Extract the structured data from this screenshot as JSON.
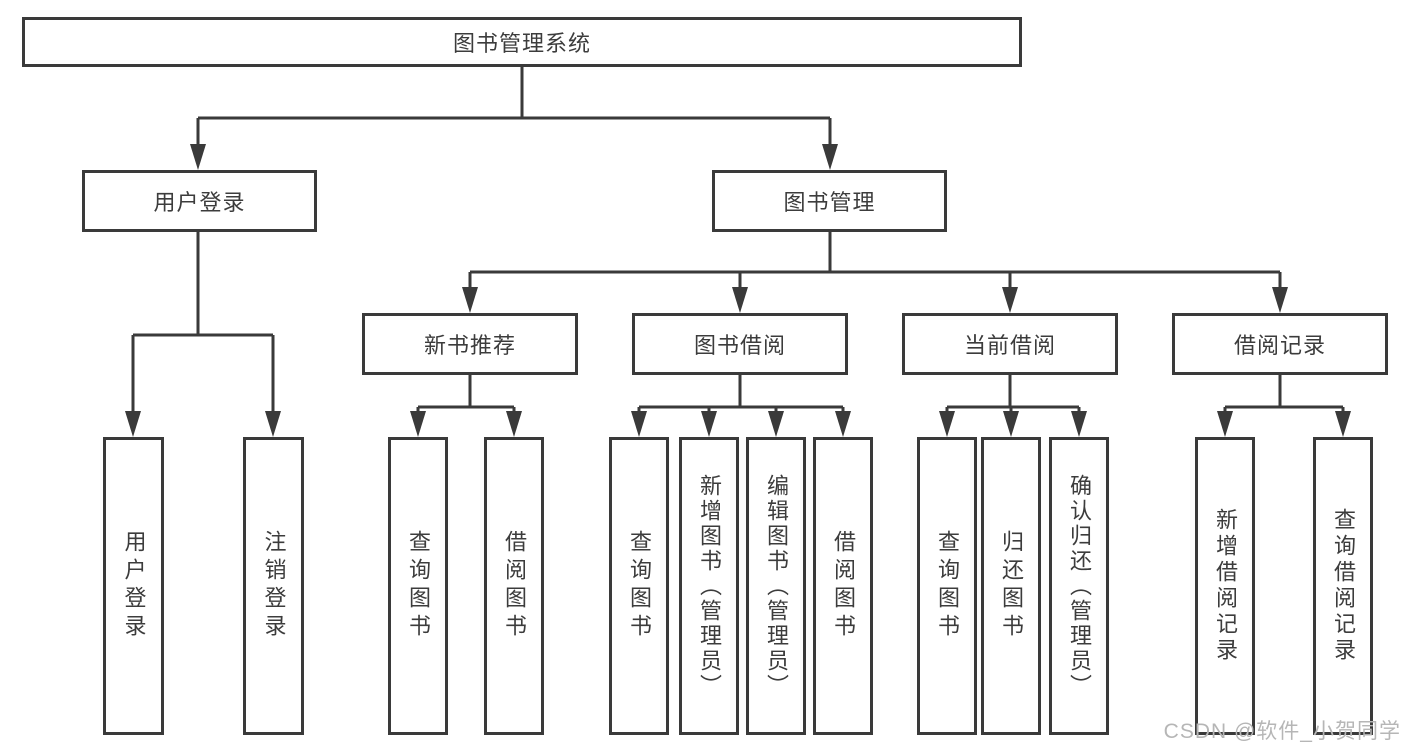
{
  "diagram": {
    "type": "hierarchy-tree",
    "background_color": "#ffffff",
    "line_color": "#3a3a3a",
    "box_border_color": "#3a3a3a",
    "text_color": "#3c3c3c"
  },
  "nodes": {
    "root": {
      "label": "图书管理系统"
    },
    "user_login": {
      "label": "用户登录"
    },
    "book_mgmt": {
      "label": "图书管理"
    },
    "new_book_rec": {
      "label": "新书推荐"
    },
    "book_borrow": {
      "label": "图书借阅"
    },
    "current_borrow": {
      "label": "当前借阅"
    },
    "borrow_record": {
      "label": "借阅记录"
    },
    "leaf_user_login": {
      "label": "用户登录"
    },
    "leaf_logout": {
      "label": "注销登录"
    },
    "leaf_rec_query_book": {
      "label": "查询图书"
    },
    "leaf_rec_borrow_book": {
      "label": "借阅图书"
    },
    "leaf_bor_query_book": {
      "label": "查询图书"
    },
    "leaf_bor_add_book": {
      "label": "新增图书（管理员）"
    },
    "leaf_bor_edit_book": {
      "label": "编辑图书（管理员）"
    },
    "leaf_bor_borrow_book": {
      "label": "借阅图书"
    },
    "leaf_cur_query_book": {
      "label": "查询图书"
    },
    "leaf_cur_return_book": {
      "label": "归还图书"
    },
    "leaf_cur_confirm_return": {
      "label": "确认归还（管理员）"
    },
    "leaf_rcd_add_record": {
      "label": "新增借阅记录"
    },
    "leaf_rcd_query_record": {
      "label": "查询借阅记录"
    }
  },
  "hierarchy": {
    "root": {
      "user_login": [
        "leaf_user_login",
        "leaf_logout"
      ],
      "book_mgmt": {
        "new_book_rec": [
          "leaf_rec_query_book",
          "leaf_rec_borrow_book"
        ],
        "book_borrow": [
          "leaf_bor_query_book",
          "leaf_bor_add_book",
          "leaf_bor_edit_book",
          "leaf_bor_borrow_book"
        ],
        "current_borrow": [
          "leaf_cur_query_book",
          "leaf_cur_return_book",
          "leaf_cur_confirm_return"
        ],
        "borrow_record": [
          "leaf_rcd_add_record",
          "leaf_rcd_query_record"
        ]
      }
    }
  },
  "watermark": {
    "text": "CSDN @软件_小贺同学",
    "color": "#b6b6b6"
  }
}
